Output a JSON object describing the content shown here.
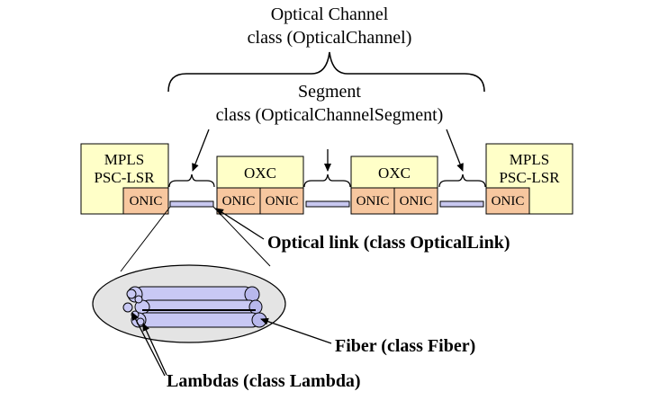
{
  "labels": {
    "optical_channel_line1": "Optical Channel",
    "optical_channel_line2": "class (OpticalChannel)",
    "segment_line1": "Segment",
    "segment_line2": "class (OpticalChannelSegment)",
    "optical_link": "Optical link (class OpticalLink)",
    "fiber": "Fiber (class Fiber)",
    "lambdas": "Lambdas (class Lambda)"
  },
  "nodes": {
    "left_lsr": {
      "line1": "MPLS",
      "line2": "PSC-LSR",
      "onic": "ONIC"
    },
    "oxc_1": {
      "title": "OXC",
      "onic_left": "ONIC",
      "onic_right": "ONIC"
    },
    "oxc_2": {
      "title": "OXC",
      "onic_left": "ONIC",
      "onic_right": "ONIC"
    },
    "right_lsr": {
      "line1": "MPLS",
      "line2": "PSC-LSR",
      "onic": "ONIC"
    }
  },
  "colors": {
    "node_fill": "#ffffc8",
    "onic_fill": "#f7c79f",
    "link_fill": "#c8c8f0",
    "fiber_fill": "#c8c8f4",
    "ellipse_fill": "#e4e4e4",
    "stroke": "#000000"
  }
}
